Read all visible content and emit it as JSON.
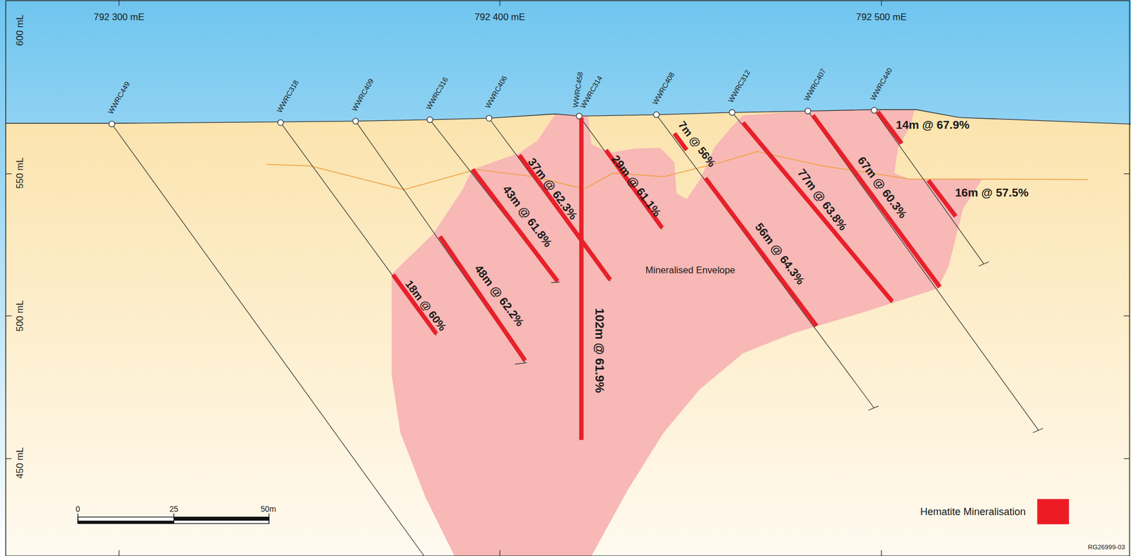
{
  "diagram": {
    "labels": [
      "600 mL",
      "550 mL",
      "500 mL",
      "450 mL",
      "792 300 mE",
      "792 400 mE",
      "792 500 mE",
      "WWRC449",
      "WWRC318",
      "WWRC409",
      "WWRC316",
      "WWRC406",
      "WWRC458",
      "WWRC314",
      "WWRC408",
      "WWRC312",
      "WWRC407",
      "WWRC440",
      "14m @ 67.9%",
      "7m @ 56%",
      "37m @ 62.3%",
      "29m @ 61.1%",
      "43m @ 61.8%",
      "77m @ 63.8%",
      "67m @ 60.3%",
      "16m @ 57.5%",
      "56m @ 64.3%",
      "18m @ 60%",
      "48m @ 62.2%",
      "102m @ 61.9%",
      "Mineralised Envelope",
      "0",
      "25",
      "50m",
      "RG26999-03"
    ],
    "legend": [
      {
        "text": "Hematite Mineralisation",
        "color": "#ed1c24"
      }
    ]
  }
}
